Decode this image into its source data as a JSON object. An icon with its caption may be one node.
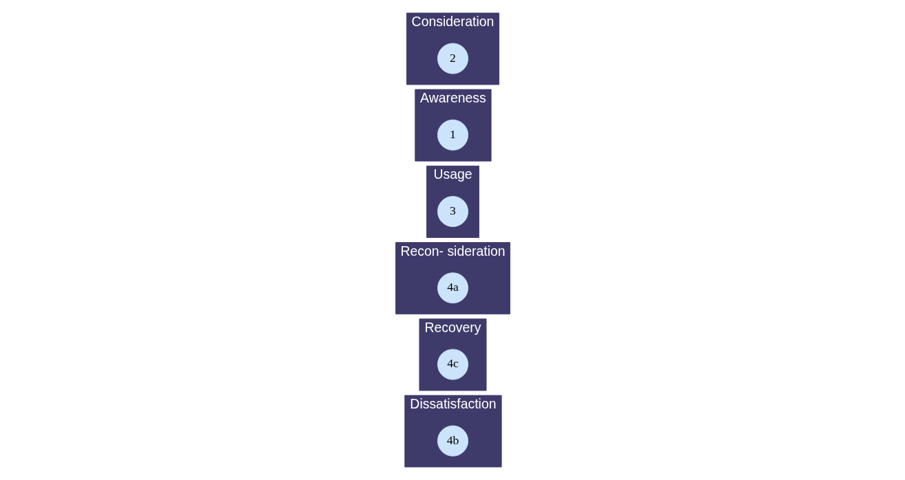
{
  "diagram": {
    "nodes": [
      {
        "text": [
          "Dissatisfaction"
        ]
      },
      {
        "text": [
          "4b"
        ],
        "in": 0
      },
      {
        "text": [
          "Recovery"
        ]
      },
      {
        "text": [
          "4c"
        ],
        "in": 2
      },
      {
        "text": [
          "Recon- sideration"
        ]
      },
      {
        "text": [
          "4a"
        ],
        "in": 4
      },
      {
        "text": [
          "Usage"
        ]
      },
      {
        "text": [
          "3"
        ],
        "in": 6
      },
      {
        "text": [
          "Awareness"
        ]
      },
      {
        "text": [
          "1"
        ],
        "in": 8
      },
      {
        "text": [
          "Consideration"
        ]
      },
      {
        "text": [
          "2"
        ],
        "in": 10
      }
    ]
  }
}
